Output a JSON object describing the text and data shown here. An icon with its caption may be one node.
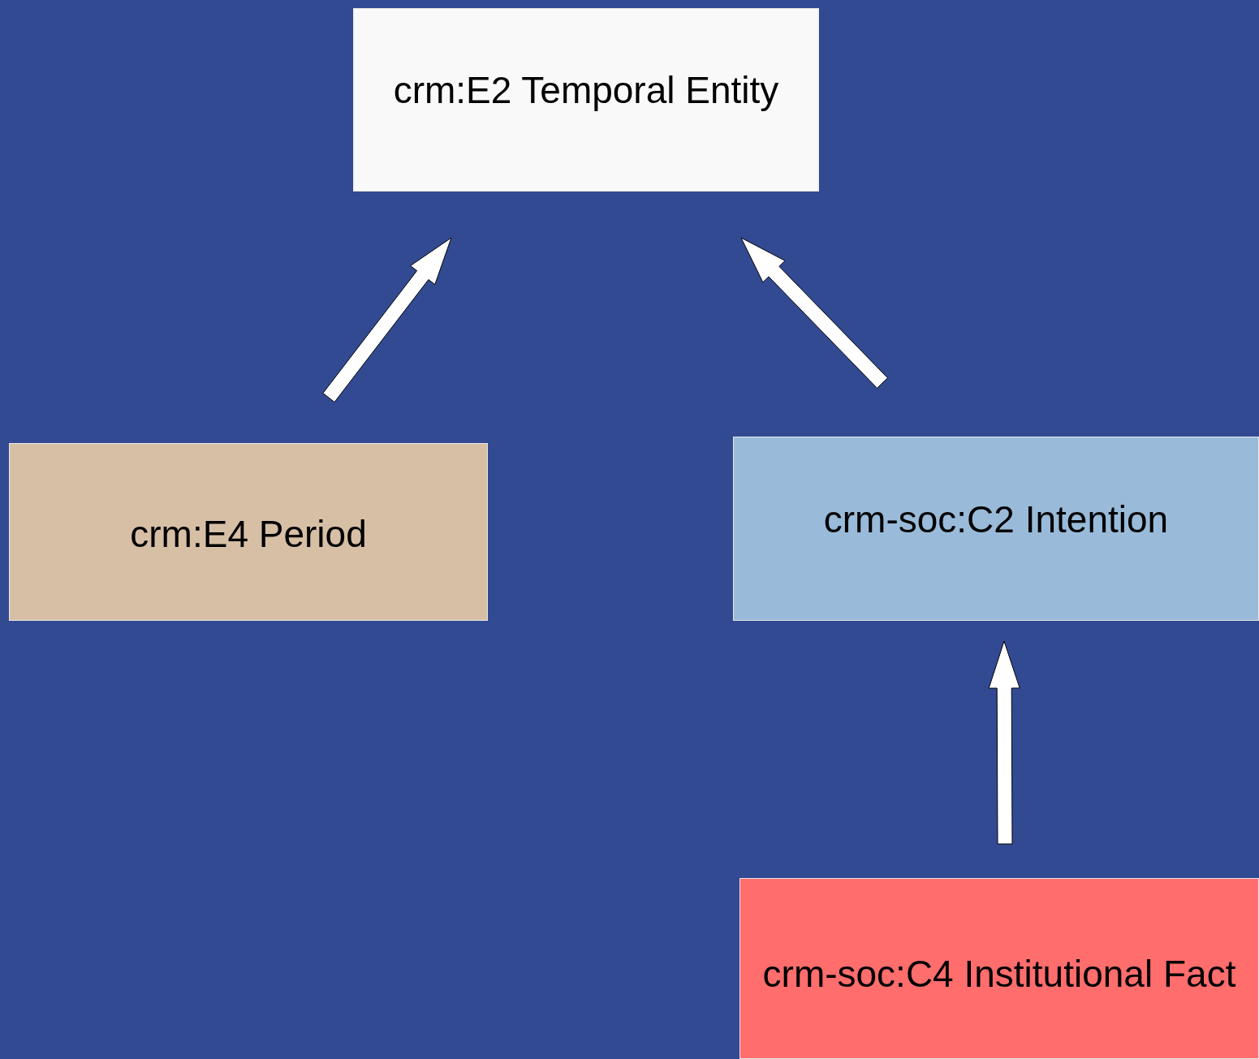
{
  "diagram": {
    "nodes": [
      {
        "text": [
          "crm:E2 Temporal Entity"
        ]
      },
      {
        "text": [
          "crm:E4 Period"
        ]
      },
      {
        "text": [
          "crm-soc:C2 Intention"
        ]
      },
      {
        "text": [
          "crm-soc:C4 Institutional Fact"
        ]
      }
    ],
    "edges": [
      {
        "from": 1,
        "to": 0,
        "arrow": "to"
      },
      {
        "from": 2,
        "to": 0,
        "arrow": "to"
      },
      {
        "from": 3,
        "to": 2,
        "arrow": "to"
      }
    ]
  }
}
